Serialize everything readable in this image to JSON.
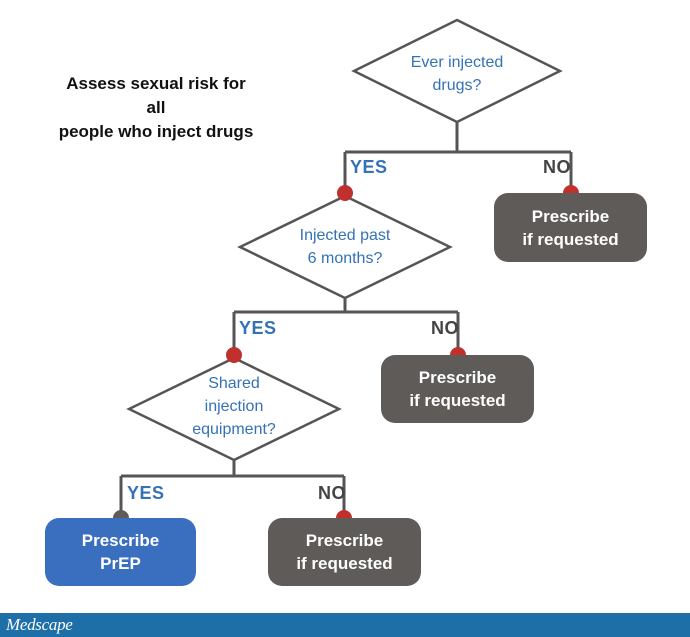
{
  "note": {
    "line1": "Assess sexual risk for all",
    "line2": "people who inject drugs"
  },
  "questions": [
    {
      "line1": "Ever injected",
      "line2": "drugs?"
    },
    {
      "line1": "Injected past",
      "line2": "6 months?"
    },
    {
      "line1": "Shared",
      "line2": "injection",
      "line3": "equipment?"
    }
  ],
  "labels": {
    "yes": "YES",
    "no": "NO"
  },
  "outcomes": {
    "no_1": {
      "line1": "Prescribe",
      "line2": "if requested"
    },
    "no_2": {
      "line1": "Prescribe",
      "line2": "if requested"
    },
    "no_3": {
      "line1": "Prescribe",
      "line2": "if requested"
    },
    "yes_3": {
      "line1": "Prescribe",
      "line2": "PrEP"
    }
  },
  "colors": {
    "question_text": "#3472b5",
    "outcome_grey": "#5f5b59",
    "outcome_blue": "#3a6fc0",
    "dot_red": "#c0302c",
    "dot_grey": "#5f5b59",
    "footer": "#1e6fa8"
  },
  "footer": {
    "brand": "Medscape"
  }
}
